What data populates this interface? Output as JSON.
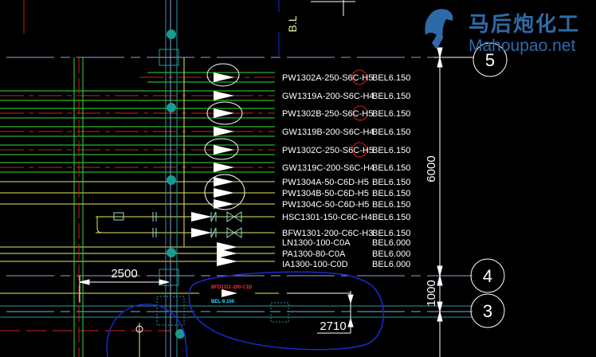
{
  "watermark": {
    "title": "马后炮化工",
    "url": "Mahoupao.net"
  },
  "top_label": "B.L",
  "pipes": [
    {
      "tag": "PW1302A-250-S6C-H5",
      "elev": "BEL6.150"
    },
    {
      "tag": "GW1319A-200-S6C-H4",
      "elev": "BEL6.150"
    },
    {
      "tag": "PW1302B-250-S6C-H5",
      "elev": "BEL6.150"
    },
    {
      "tag": "GW1319B-200-S6C-H4",
      "elev": "BEL6.150"
    },
    {
      "tag": "PW1302C-250-S6C-H5",
      "elev": "BEL6.150"
    },
    {
      "tag": "GW1319C-200-S6C-H4",
      "elev": "BEL6.150"
    },
    {
      "tag": "PW1304A-50-C6D-H5",
      "elev": "BEL6.150"
    },
    {
      "tag": "PW1304B-50-C6D-H5",
      "elev": "BEL6.150"
    },
    {
      "tag": "PW1304C-50-C6D-H5",
      "elev": "BEL6.150"
    },
    {
      "tag": "HSC1301-150-C6C-H4",
      "elev": "BEL6.150"
    },
    {
      "tag": "BFW1301-200-C6C-H3",
      "elev": "BEL6.150"
    },
    {
      "tag": "LN1300-100-C0A",
      "elev": "BEL6.000"
    },
    {
      "tag": "PA1300-80-C0A",
      "elev": "BEL6.000"
    },
    {
      "tag": "IA1300-100-C0D",
      "elev": "BEL6.000"
    }
  ],
  "grid_bubbles": [
    "5",
    "4",
    "3"
  ],
  "dimensions": {
    "d6000": "6000",
    "d1000": "1000",
    "d2500": "2500",
    "d2710": "2710"
  },
  "small_tags": {
    "red": "BFD1311-200-C1D",
    "cyan": "BEL-9.100"
  },
  "colors": {
    "bg": "#000000",
    "green": "#33dd33",
    "red": "#cc2222",
    "yellow": "#e8e860",
    "teal": "#2a9a9a",
    "lavender": "#9aa0e0",
    "blue": "#1a2ad0"
  }
}
